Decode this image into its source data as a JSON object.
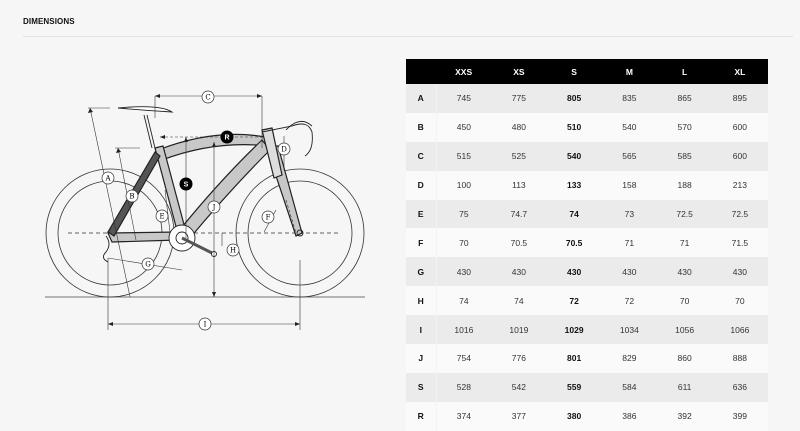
{
  "header": {
    "title": "DIMENSIONS"
  },
  "diagram": {
    "labels": {
      "A": "A",
      "B": "B",
      "C": "C",
      "D": "D",
      "E": "E",
      "F": "F",
      "G": "G",
      "H": "H",
      "I": "I",
      "J": "J",
      "S": "S",
      "R": "R"
    },
    "highlight_labels": [
      "S",
      "R"
    ]
  },
  "table": {
    "columns": [
      "",
      "XXS",
      "XS",
      "S",
      "M",
      "L",
      "XL"
    ],
    "highlight_column": "S",
    "rows": [
      {
        "label": "A",
        "values": [
          "745",
          "775",
          "805",
          "835",
          "865",
          "895"
        ]
      },
      {
        "label": "B",
        "values": [
          "450",
          "480",
          "510",
          "540",
          "570",
          "600"
        ]
      },
      {
        "label": "C",
        "values": [
          "515",
          "525",
          "540",
          "565",
          "585",
          "600"
        ]
      },
      {
        "label": "D",
        "values": [
          "100",
          "113",
          "133",
          "158",
          "188",
          "213"
        ]
      },
      {
        "label": "E",
        "values": [
          "75",
          "74.7",
          "74",
          "73",
          "72.5",
          "72.5"
        ]
      },
      {
        "label": "F",
        "values": [
          "70",
          "70.5",
          "70.5",
          "71",
          "71",
          "71.5"
        ]
      },
      {
        "label": "G",
        "values": [
          "430",
          "430",
          "430",
          "430",
          "430",
          "430"
        ]
      },
      {
        "label": "H",
        "values": [
          "74",
          "74",
          "72",
          "72",
          "70",
          "70"
        ]
      },
      {
        "label": "I",
        "values": [
          "1016",
          "1019",
          "1029",
          "1034",
          "1056",
          "1066"
        ]
      },
      {
        "label": "J",
        "values": [
          "754",
          "776",
          "801",
          "829",
          "860",
          "888"
        ]
      },
      {
        "label": "S",
        "values": [
          "528",
          "542",
          "559",
          "584",
          "611",
          "636"
        ]
      },
      {
        "label": "R",
        "values": [
          "374",
          "377",
          "380",
          "386",
          "392",
          "399"
        ]
      }
    ]
  },
  "colors": {
    "header_bg": "#000000",
    "row_odd": "#ebebeb",
    "row_even": "#fafafa",
    "page_bg": "#f6f6f6"
  }
}
